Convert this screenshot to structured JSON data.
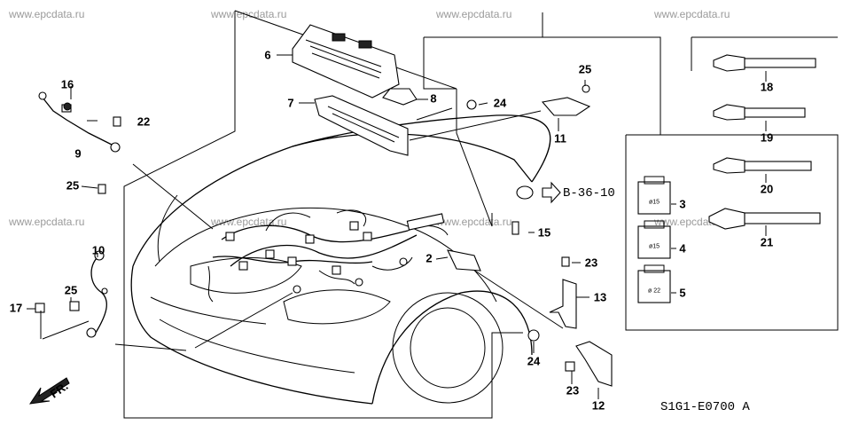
{
  "watermark": "www.epcdata.ru",
  "diagram_code": "S1G1-E0700 A",
  "front_marker": "FR.",
  "reference": "B-36-10",
  "callouts": [
    {
      "id": "c2",
      "label": "2"
    },
    {
      "id": "c3",
      "label": "3"
    },
    {
      "id": "c4",
      "label": "4"
    },
    {
      "id": "c5",
      "label": "5"
    },
    {
      "id": "c6",
      "label": "6"
    },
    {
      "id": "c7",
      "label": "7"
    },
    {
      "id": "c8",
      "label": "8"
    },
    {
      "id": "c9",
      "label": "9"
    },
    {
      "id": "c10",
      "label": "10"
    },
    {
      "id": "c11",
      "label": "11"
    },
    {
      "id": "c12",
      "label": "12"
    },
    {
      "id": "c13",
      "label": "13"
    },
    {
      "id": "c15",
      "label": "15"
    },
    {
      "id": "c16",
      "label": "16"
    },
    {
      "id": "c17",
      "label": "17"
    },
    {
      "id": "c18",
      "label": "18"
    },
    {
      "id": "c19",
      "label": "19"
    },
    {
      "id": "c20",
      "label": "20"
    },
    {
      "id": "c21",
      "label": "21"
    },
    {
      "id": "c22",
      "label": "22"
    },
    {
      "id": "c23a",
      "label": "23"
    },
    {
      "id": "c23b",
      "label": "23"
    },
    {
      "id": "c24a",
      "label": "24"
    },
    {
      "id": "c24b",
      "label": "24"
    },
    {
      "id": "c25a",
      "label": "25"
    },
    {
      "id": "c25b",
      "label": "25"
    },
    {
      "id": "c25c",
      "label": "25"
    }
  ],
  "fuse_stamps": {
    "fuse_15a": "ø15",
    "fuse_15b": "ø15",
    "fuse_22": "ø 22"
  }
}
